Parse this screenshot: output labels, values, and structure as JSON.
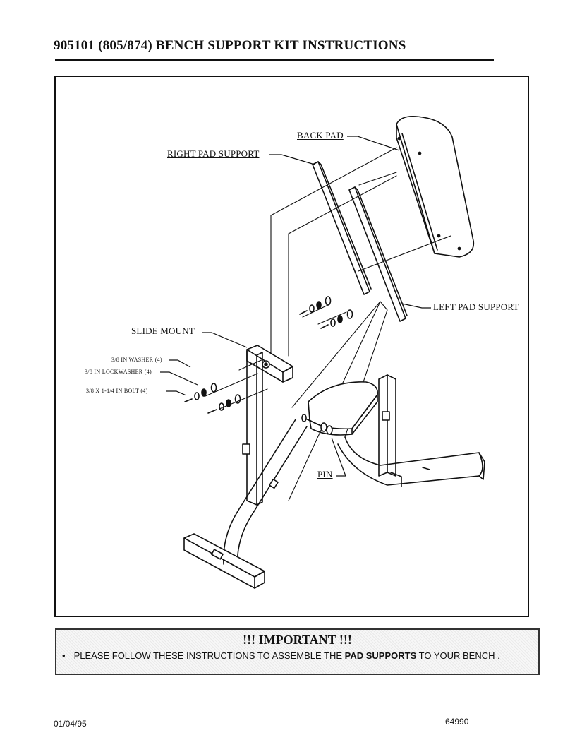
{
  "header": {
    "title": "905101 (805/874) BENCH SUPPORT KIT INSTRUCTIONS"
  },
  "diagram": {
    "labels": {
      "back_pad": "BACK PAD",
      "right_pad_support": "RIGHT PAD SUPPORT",
      "left_pad_support": "LEFT PAD SUPPORT",
      "slide_mount": "SLIDE MOUNT",
      "washer": "3/8 IN WASHER (4)",
      "lockwasher": "3/8 IN LOCKWASHER (4)",
      "bolt": "3/8 X 1-1/4 IN BOLT (4)",
      "pin": "PIN"
    }
  },
  "important": {
    "heading": "!!! IMPORTANT !!!",
    "bullet": "•",
    "text_before": "PLEASE FOLLOW THESE INSTRUCTIONS TO ASSEMBLE THE ",
    "text_bold": "PAD SUPPORTS",
    "text_after": " TO YOUR BENCH ."
  },
  "footer": {
    "date": "01/04/95",
    "doc_number": "64990"
  }
}
